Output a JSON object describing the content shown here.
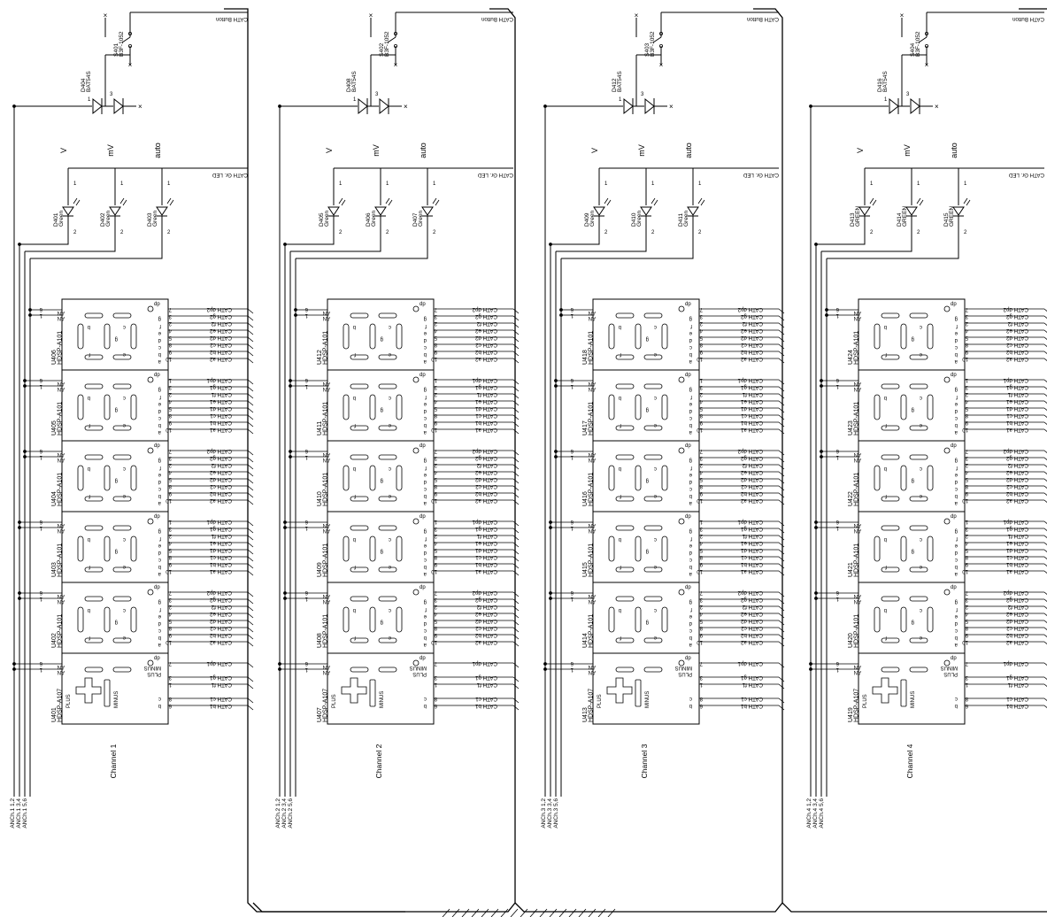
{
  "schematic": {
    "mode_labels": [
      "V",
      "mV",
      "auto"
    ],
    "button_net": "CATH Button",
    "led_net": "CATH Gr. LED",
    "switch_part": "B3F-1052",
    "diode_part": "BAT54S",
    "display_part_main": "HDSP-A101",
    "display_part_sign": "HDSP-A107",
    "pin_labels": {
      "an": "AN",
      "dp": "dp",
      "right_letters": [
        "g",
        "f",
        "e",
        "d",
        "c",
        "b",
        "a"
      ],
      "right_pins_digit1": [
        "7",
        "3",
        "2",
        "4",
        "5",
        "8",
        "9",
        "10"
      ],
      "right_pins_digit2": [
        "1",
        "3",
        "2",
        "4",
        "5",
        "8",
        "9",
        "10"
      ],
      "seg_letters": [
        "b",
        "g",
        "f",
        "c",
        "e"
      ],
      "plus": "PLUS",
      "minus": "MINUS"
    },
    "channels": [
      {
        "name": "Channel 1",
        "switch": "S401",
        "diode": "D404",
        "leds": [
          {
            "ref": "D401",
            "color": "Green"
          },
          {
            "ref": "D402",
            "color": "Green"
          },
          {
            "ref": "D403",
            "color": "Green"
          }
        ],
        "displays": [
          "U406",
          "U405",
          "U404",
          "U403",
          "U402"
        ],
        "sign_display": "U401",
        "anodes": [
          "ANCh.1 1,2",
          "ANCh.1 3,4",
          "ANCh.1 5,6"
        ]
      },
      {
        "name": "Channel 2",
        "switch": "S402",
        "diode": "D408",
        "leds": [
          {
            "ref": "D405",
            "color": "Green"
          },
          {
            "ref": "D406",
            "color": "Green"
          },
          {
            "ref": "D407",
            "color": "Green"
          }
        ],
        "displays": [
          "U412",
          "U411",
          "U410",
          "U409",
          "U408"
        ],
        "sign_display": "U407",
        "anodes": [
          "ANCh.2 1,2",
          "ANCh.2 3,4",
          "ANCh.2 5,6"
        ]
      },
      {
        "name": "Channel 3",
        "switch": "S403",
        "diode": "D412",
        "leds": [
          {
            "ref": "D409",
            "color": "Green"
          },
          {
            "ref": "D410",
            "color": "Green"
          },
          {
            "ref": "D411",
            "color": "Green"
          }
        ],
        "displays": [
          "U418",
          "U417",
          "U416",
          "U415",
          "U414"
        ],
        "sign_display": "U413",
        "anodes": [
          "ANCh.3 1,2",
          "ANCh.3 3,4",
          "ANCh.3 5,6"
        ]
      },
      {
        "name": "Channel 4",
        "switch": "S404",
        "diode": "D416",
        "leds": [
          {
            "ref": "D413",
            "color": "GREEN"
          },
          {
            "ref": "D414",
            "color": "GREEN"
          },
          {
            "ref": "D415",
            "color": "GREEN"
          }
        ],
        "displays": [
          "U424",
          "U423",
          "U422",
          "U421",
          "U420"
        ],
        "sign_display": "U419",
        "anodes": [
          "ANCh.4 1,2",
          "ANCh.4 3,4",
          "ANCh.4 5,6"
        ]
      }
    ],
    "cathode_nets": [
      [
        "CATH dp2",
        "CATH g2",
        "CATH f2",
        "CATH e2",
        "CATH d2",
        "CATH c2",
        "CATH b2",
        "CATH a2"
      ],
      [
        "CATH dp1",
        "CATH g1",
        "CATH f1",
        "CATH e1",
        "CATH d1",
        "CATH c1",
        "CATH b1",
        "CATH a1"
      ],
      [
        "CATH dp2",
        "CATH g2",
        "CATH f2",
        "CATH e2",
        "CATH d2",
        "CATH c2",
        "CATH b2",
        "CATH a2"
      ],
      [
        "CATH dp1",
        "CATH g1",
        "CATH f1",
        "CATH e1",
        "CATH d1",
        "CATH c1",
        "CATH b1",
        "CATH a1"
      ],
      [
        "CATH dp2",
        "CATH g2",
        "CATH f2",
        "CATH e2",
        "CATH d2",
        "CATH c2",
        "CATH b2",
        "CATH a2"
      ]
    ],
    "sign_nets": [
      "CATH dp1",
      "CATH g1",
      "CATH f1",
      "CATH c1",
      "CATH b1"
    ],
    "sign_pins": [
      "7",
      "3",
      "1",
      "8",
      "6"
    ]
  }
}
